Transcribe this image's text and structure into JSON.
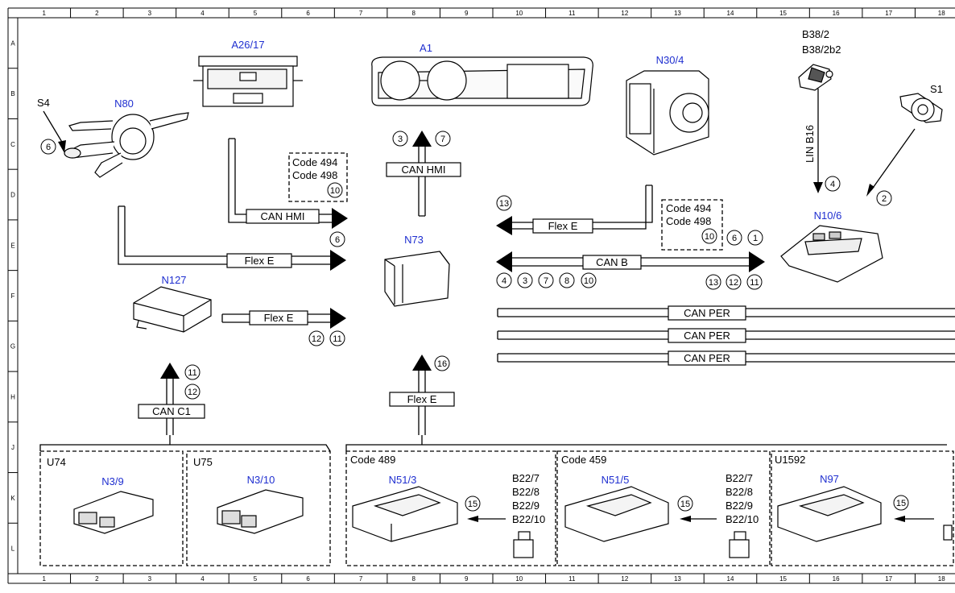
{
  "ruler": {
    "columns": [
      "1",
      "2",
      "3",
      "4",
      "5",
      "6",
      "7",
      "8",
      "9",
      "10",
      "11",
      "12",
      "13",
      "14",
      "15",
      "16",
      "17",
      "18"
    ],
    "rows": [
      "A",
      "B",
      "C",
      "D",
      "E",
      "F",
      "G",
      "H",
      "J",
      "K",
      "L"
    ]
  },
  "components": {
    "a26_17": "A26/17",
    "a1": "A1",
    "n30_4": "N30/4",
    "b38_2": "B38/2",
    "b38_2b2": "B38/2b2",
    "s1": "S1",
    "s4": "S4",
    "n80": "N80",
    "n73": "N73",
    "n10_6": "N10/6",
    "n127": "N127",
    "u74": "U74",
    "u75": "U75",
    "n3_9": "N3/9",
    "n3_10": "N3/10",
    "n51_3": "N51/3",
    "n51_5": "N51/5",
    "n97": "N97",
    "u1592": "U1592"
  },
  "codes": {
    "c494": "Code 494",
    "c498": "Code 498",
    "c489": "Code 489",
    "c459": "Code 459"
  },
  "sensors": {
    "b22_7": "B22/7",
    "b22_8": "B22/8",
    "b22_9": "B22/9",
    "b22_10": "B22/10"
  },
  "buses": {
    "can_hmi": "CAN HMI",
    "flex_e": "Flex E",
    "can_b": "CAN B",
    "can_per": "CAN PER",
    "can_c1": "CAN C1",
    "lin_b16": "LIN B16"
  },
  "numbers": {
    "n1": "1",
    "n2": "2",
    "n3": "3",
    "n4": "4",
    "n6": "6",
    "n7": "7",
    "n8": "8",
    "n10": "10",
    "n11": "11",
    "n12": "12",
    "n13": "13",
    "n15": "15",
    "n16": "16"
  },
  "colors": {
    "component_label": "#1f2fd0",
    "line": "#000000"
  }
}
